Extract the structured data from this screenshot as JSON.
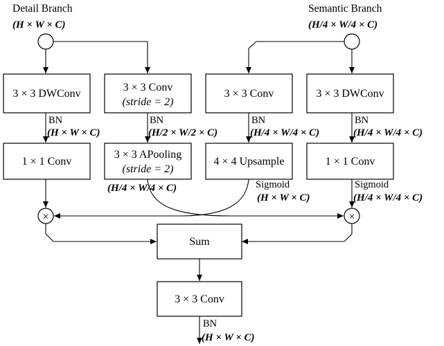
{
  "header": {
    "detail_title": "Detail Branch",
    "detail_dim": "(H × W × C)",
    "semantic_title": "Semantic Branch",
    "semantic_dim": "(H/4 × W/4 × C)"
  },
  "nodes": {
    "d_dwconv": "3 × 3 DWConv",
    "d_conv_line1": "3 × 3 Conv",
    "d_conv_line2": "(stride = 2)",
    "s_conv": "3 × 3 Conv",
    "s_dwconv": "3 × 3 DWConv",
    "d_1x1": "1 × 1 Conv",
    "d_pool_line1": "3 × 3 APooling",
    "d_pool_line2": "(stride = 2)",
    "s_upsample": "4 × 4 Upsample",
    "s_1x1": "1 × 1 Conv",
    "sum": "Sum",
    "out_conv": "3 × 3 Conv"
  },
  "labels": {
    "bn1": "BN",
    "bn1_dim": "(H × W × C)",
    "bn2": "BN",
    "bn2_dim": "(H/2 × W/2 × C)",
    "bn3": "BN",
    "bn3_dim": "(H/4 × W/4 × C)",
    "bn4": "BN",
    "bn4_dim": "(H/4 × W/4 × C)",
    "pool_dim": "(H/4 × W/4 × C)",
    "sig1": "Sigmoid",
    "sig1_dim": "(H × W × C)",
    "sig2": "Sigmoid",
    "sig2_dim": "(H/4 × W/4 × C)",
    "bn_out": "BN",
    "out_dim": "(H × W × C)"
  },
  "symbols": {
    "multiply": "×"
  }
}
